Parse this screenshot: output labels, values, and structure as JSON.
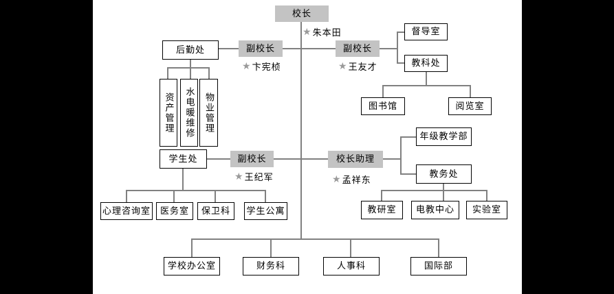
{
  "star_icon": "★",
  "colors": {
    "frame_bg": "#000000",
    "canvas_bg": "#ffffff",
    "highlight_box_bg": "#c3c3c3",
    "box_border": "#000000",
    "connector": "#808080",
    "star": "#9a9a9a"
  },
  "org": {
    "principal": {
      "title": "校长",
      "name": "朱本田"
    },
    "vp_logistics": {
      "title": "副校长",
      "name": "卞宪桢"
    },
    "vp_teaching": {
      "title": "副校长",
      "name": "王友才"
    },
    "vp_student": {
      "title": "副校长",
      "name": "王纪军"
    },
    "assistant": {
      "title": "校长助理",
      "name": "孟祥东"
    },
    "departments": {
      "logistics": "后勤处",
      "supervision": "督导室",
      "teaching_science_office": "教科处",
      "library": "图书馆",
      "reading_room": "阅览室",
      "asset_management": "资产管理",
      "utilities_maintenance": "水电暖维修",
      "property_management": "物业管理",
      "student_affairs": "学生处",
      "grade_teaching_dept": "年级教学部",
      "academic_affairs": "教务处",
      "counseling_room": "心理咨询室",
      "medical_room": "医务室",
      "security_section": "保卫科",
      "student_dorm": "学生公寓",
      "teaching_research_room": "教研室",
      "e_learning_center": "电教中心",
      "laboratory": "实验室",
      "school_office": "学校办公室",
      "finance_section": "财务科",
      "hr_section": "人事科",
      "international_dept": "国际部"
    }
  }
}
